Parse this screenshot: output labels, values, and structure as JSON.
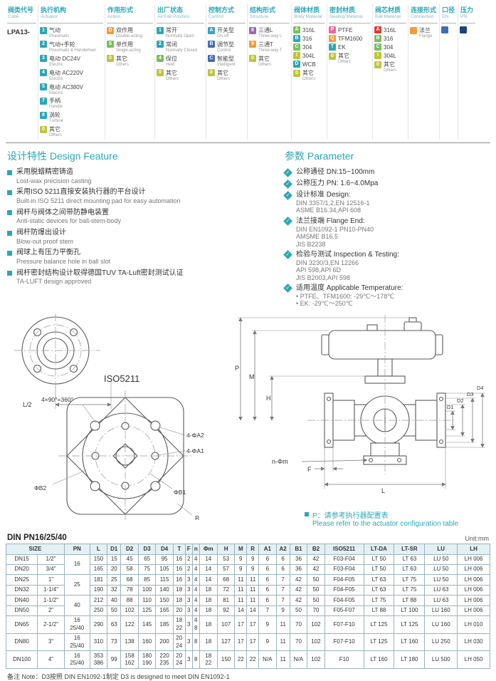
{
  "page": {
    "note": "备注 Note：D3按照 DIN EN1092-1制定  D3 is designed to meet DIN EN1092-1"
  },
  "colors": {
    "teal": "#2BA7B5",
    "green": "#7CBE5D",
    "olive": "#BFC43B",
    "orange": "#F29B38",
    "blue": "#3E6FB4",
    "skyblue": "#37A4C8",
    "purple": "#9A68B2",
    "pink": "#E9679F",
    "red": "#DF3B31",
    "navy": "#20427C"
  },
  "coding": {
    "columns": [
      {
        "cn": "阀类代号",
        "en": "Code",
        "w": 46,
        "value": "LPA13-",
        "items": []
      },
      {
        "cn": "执行机构",
        "en": "Actuator",
        "w": 94,
        "items": [
          {
            "code": "1",
            "color": "teal",
            "cn": "气动",
            "en": "Pneumatic"
          },
          {
            "code": "2",
            "color": "teal",
            "cn": "气动+手轮",
            "en": "Pneumatic & Handwheel"
          },
          {
            "code": "3",
            "color": "teal",
            "cn": "电动 DC24V",
            "en": "Electric"
          },
          {
            "code": "4",
            "color": "teal",
            "cn": "电动 AC220V",
            "en": "Electric"
          },
          {
            "code": "5",
            "color": "teal",
            "cn": "电动 AC380V",
            "en": "Electric"
          },
          {
            "code": "7",
            "color": "teal",
            "cn": "手柄",
            "en": "Handle"
          },
          {
            "code": "8",
            "color": "teal",
            "cn": "涡轮",
            "en": "Turbine"
          },
          {
            "code": "0",
            "color": "olive",
            "cn": "其它",
            "en": "Others"
          }
        ]
      },
      {
        "cn": "作用形式",
        "en": "Action",
        "w": 70,
        "items": [
          {
            "code": "D",
            "color": "orange",
            "cn": "双作用",
            "en": "Double-acting"
          },
          {
            "code": "S",
            "color": "green",
            "cn": "单作用",
            "en": "Single-acting"
          },
          {
            "code": "0",
            "color": "olive",
            "cn": "其它",
            "en": "Others"
          }
        ]
      },
      {
        "cn": "出厂状态",
        "en": "Air Fail Position",
        "w": 72,
        "items": [
          {
            "code": "1",
            "color": "teal",
            "cn": "常开",
            "en": "Normally Open"
          },
          {
            "code": "2",
            "color": "teal",
            "cn": "常闭",
            "en": "Normally Closed"
          },
          {
            "code": "4",
            "color": "green",
            "cn": "保位",
            "en": "Held"
          },
          {
            "code": "0",
            "color": "olive",
            "cn": "其它",
            "en": "Others"
          }
        ]
      },
      {
        "cn": "控制方式",
        "en": "Control",
        "w": 58,
        "items": [
          {
            "code": "A",
            "color": "skyblue",
            "cn": "开关型",
            "en": "On-off"
          },
          {
            "code": "B",
            "color": "blue",
            "cn": "调节型",
            "en": "Control"
          },
          {
            "code": "C",
            "color": "blue",
            "cn": "智能型",
            "en": "Intelligent"
          },
          {
            "code": "0",
            "color": "olive",
            "cn": "其它",
            "en": "Others"
          }
        ]
      },
      {
        "cn": "结构形式",
        "en": "Structure",
        "w": 62,
        "items": [
          {
            "code": "8",
            "color": "purple",
            "cn": "三通L",
            "en": "Three-way L"
          },
          {
            "code": "9",
            "color": "orange",
            "cn": "三通T",
            "en": "Three-way T"
          },
          {
            "code": "0",
            "color": "olive",
            "cn": "其它",
            "en": "Others"
          }
        ]
      },
      {
        "cn": "阀体材质",
        "en": "Body Material",
        "w": 50,
        "items": [
          {
            "code": "A",
            "color": "green",
            "cn": "316L",
            "en": ""
          },
          {
            "code": "B",
            "color": "teal",
            "cn": "316",
            "en": ""
          },
          {
            "code": "C",
            "color": "green",
            "cn": "304",
            "en": ""
          },
          {
            "code": "I",
            "color": "olive",
            "cn": "304L",
            "en": ""
          },
          {
            "code": "D",
            "color": "teal",
            "cn": "WCB",
            "en": ""
          },
          {
            "code": "0",
            "color": "olive",
            "cn": "其它",
            "en": "Others"
          }
        ]
      },
      {
        "cn": "密封材质",
        "en": "Sealing Material",
        "w": 64,
        "items": [
          {
            "code": "P",
            "color": "pink",
            "cn": "PTFE",
            "en": ""
          },
          {
            "code": "Q",
            "color": "orange",
            "cn": "TFM1600",
            "en": ""
          },
          {
            "code": "T",
            "color": "teal",
            "cn": "EK",
            "en": ""
          },
          {
            "code": "0",
            "color": "olive",
            "cn": "其它",
            "en": "Others"
          }
        ]
      },
      {
        "cn": "阀芯材质",
        "en": "Ball Material",
        "w": 50,
        "items": [
          {
            "code": "A",
            "color": "red",
            "cn": "316L",
            "en": ""
          },
          {
            "code": "B",
            "color": "green",
            "cn": "316",
            "en": ""
          },
          {
            "code": "C",
            "color": "green",
            "cn": "304",
            "en": ""
          },
          {
            "code": "I",
            "color": "olive",
            "cn": "304L",
            "en": ""
          },
          {
            "code": "0",
            "color": "olive",
            "cn": "其它",
            "en": "Others"
          }
        ]
      },
      {
        "cn": "连接形式",
        "en": "Connection",
        "w": 44,
        "items": [
          {
            "code": "",
            "color": "orange",
            "cn": "法兰",
            "en": "Flange"
          }
        ]
      },
      {
        "cn": "口径",
        "en": "DN",
        "w": 26,
        "items": [
          {
            "code": "",
            "color": "blue",
            "cn": "",
            "en": ""
          }
        ]
      },
      {
        "cn": "压力",
        "en": "PN",
        "w": 26,
        "items": [
          {
            "code": "",
            "color": "navy",
            "cn": "",
            "en": ""
          }
        ]
      }
    ]
  },
  "design_feature": {
    "title": "设计特性 Design Feature",
    "items": [
      {
        "cn": "采用脱蜡精密铸造",
        "en": "Lost-wax precision casting"
      },
      {
        "cn": "采用ISO 5211直接安装执行器的平台设计",
        "en": "Built-in ISO 5211 direct mounting pad for easy automation"
      },
      {
        "cn": "阀杆与阀体之间带防静电装置",
        "en": "Anti-static devices for ball-stem-body"
      },
      {
        "cn": "阀杆防爆出设计",
        "en": "Blow-out proof stem"
      },
      {
        "cn": "阀球上有压力平衡孔",
        "en": "Pressure balance hole in ball slot"
      },
      {
        "cn": "阀杆密封结构设计取得德国TUV TA-Luft密封测试认证",
        "en": "TA-LUFT design approved"
      }
    ]
  },
  "parameter": {
    "title": "参数 Parameter",
    "items": [
      {
        "lines": [
          "公称通径 DN:15~100mm"
        ]
      },
      {
        "lines": [
          "公称压力 PN: 1.6~4.0Mpa"
        ]
      },
      {
        "lines": [
          "设计标准  Design:",
          "DIN 3357/1,2,EN 12516-1",
          "ASME B16.34,API 608"
        ]
      },
      {
        "lines": [
          "法兰接端 Flange End:",
          "DIN EN1092-1 PN10-PN40",
          "AMSME B16.5",
          "JIS B2238"
        ]
      },
      {
        "lines": [
          "检验与测试 Inspection & Testing:",
          "DIN 3230/3,EN 12266",
          "API 598,API 6D",
          "JIS B2003,API 598"
        ]
      },
      {
        "lines": [
          "适用温度 Applicable Temperature:",
          "• PTFE、TFM1600: -29℃～178℃",
          "• EK: -29℃～250℃"
        ]
      }
    ]
  },
  "drawing": {
    "iso": "ISO5211",
    "l_half": "L/2",
    "angle": "4×90°=360°",
    "a2": "4-ΦA2",
    "a1": "4-ΦA1",
    "b2": "ΦB2",
    "b1": "ΦB1",
    "r": "R",
    "p": "P",
    "m": "M",
    "h": "H",
    "d1": "D1",
    "d2": "D2",
    "d3": "D3",
    "d4": "D4",
    "f": "F",
    "l": "L",
    "nm": "n-Φm",
    "note_cn": "P：请参考执行器配置表",
    "note_en": "Please refer to the actuator configuration table"
  },
  "dimension_table": {
    "title": "DIN PN16/25/40",
    "unit": "Unit:mm",
    "headers": [
      "SIZE",
      "PN",
      "L",
      "D1",
      "D2",
      "D3",
      "D4",
      "T",
      "F",
      "n",
      "Φm",
      "H",
      "M",
      "R",
      "A1",
      "A2",
      "B1",
      "B2",
      "ISO5211",
      "LT-DA",
      "LT-SR",
      "LU",
      "LH"
    ],
    "rows": [
      {
        "dn": "DN15",
        "inch": "1/2\"",
        "pn": "16",
        "pn_rowspan": 2,
        "cells": [
          "150",
          "15",
          "45",
          "65",
          "95",
          "16",
          "2",
          "4",
          "14",
          "53",
          "9",
          "9",
          "6",
          "6",
          "36",
          "42",
          "F03-F04",
          "LT 50",
          "LT 63",
          "LU 50",
          "LH 006"
        ]
      },
      {
        "dn": "DN20",
        "inch": "3/4\"",
        "pn": null,
        "cells": [
          "165",
          "20",
          "58",
          "75",
          "105",
          "16",
          "2",
          "4",
          "14",
          "57",
          "9",
          "9",
          "6",
          "6",
          "36",
          "42",
          "F03-F04",
          "LT 50",
          "LT 63",
          "LU 50",
          "LH 006"
        ]
      },
      {
        "dn": "DN25",
        "inch": "1\"",
        "pn": "25",
        "pn_rowspan": 2,
        "cells": [
          "181",
          "25",
          "68",
          "85",
          "115",
          "16",
          "3",
          "4",
          "14",
          "68",
          "11",
          "11",
          "6",
          "7",
          "42",
          "50",
          "F04-F05",
          "LT 63",
          "LT 75",
          "LU 50",
          "LH 006"
        ]
      },
      {
        "dn": "DN32",
        "inch": "1-1/4\"",
        "pn": null,
        "cells": [
          "190",
          "32",
          "78",
          "100",
          "140",
          "18",
          "3",
          "4",
          "18",
          "72",
          "11",
          "11",
          "6",
          "7",
          "42",
          "50",
          "F04-F05",
          "LT 63",
          "LT 75",
          "LU 63",
          "LH 006"
        ]
      },
      {
        "dn": "DN40",
        "inch": "1-1/2\"",
        "pn": "40",
        "pn_rowspan": 2,
        "cells": [
          "212",
          "40",
          "88",
          "110",
          "150",
          "18",
          "3",
          "4",
          "18",
          "81",
          "11",
          "11",
          "6",
          "7",
          "42",
          "50",
          "F04-F05",
          "LT 75",
          "LT 88",
          "LU 63",
          "LH 006"
        ]
      },
      {
        "dn": "DN50",
        "inch": "2\"",
        "pn": null,
        "cells": [
          "250",
          "50",
          "102",
          "125",
          "165",
          "20",
          "3",
          "4",
          "18",
          "92",
          "14",
          "14",
          "7",
          "9",
          "50",
          "70",
          "F05-F07",
          "LT 88",
          "LT 100",
          "LU 160",
          "LH 006"
        ]
      },
      {
        "dn": "DN65",
        "inch": "2-1/2\"",
        "pn": "16\n25/40",
        "cells": [
          "290",
          "63",
          "122",
          "145",
          "185",
          "18\n22",
          "3",
          "4\n8",
          "18",
          "107",
          "17",
          "17",
          "9",
          "11",
          "70",
          "102",
          "F07-F10",
          "LT 125",
          "LT 125",
          "LU 160",
          "LH 010"
        ]
      },
      {
        "dn": "DN80",
        "inch": "3\"",
        "pn": "16\n25/40",
        "cells": [
          "310",
          "73",
          "138",
          "160",
          "200",
          "20\n24",
          "3",
          "8",
          "18",
          "127",
          "17",
          "17",
          "9",
          "11",
          "70",
          "102",
          "F07-F10",
          "LT 125",
          "LT 160",
          "LU 250",
          "LH 030"
        ]
      },
      {
        "dn": "DN100",
        "inch": "4\"",
        "pn": "16\n25/40",
        "cells": [
          "353\n386",
          "99",
          "158\n162",
          "180\n190",
          "220\n235",
          "20\n24",
          "3",
          "8",
          "18\n22",
          "150",
          "22",
          "22",
          "N/A",
          "11",
          "N/A",
          "102",
          "F10",
          "LT 160",
          "LT 180",
          "LU 500",
          "LH 050"
        ]
      }
    ]
  }
}
